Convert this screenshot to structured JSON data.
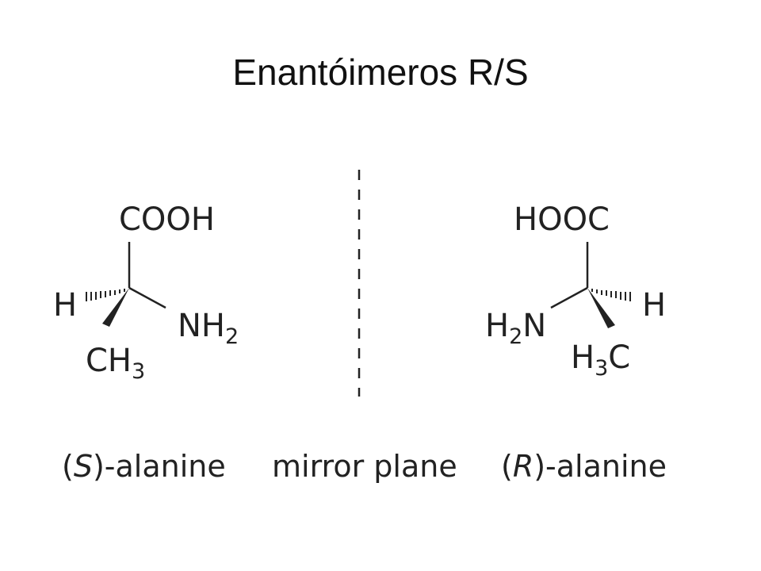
{
  "title": "Enantóimeros R/S",
  "left_molecule": {
    "top_group": "COOH",
    "hashed_group": "H",
    "right_group_main": "NH",
    "right_group_sub": "2",
    "wedge_group_main": "CH",
    "wedge_group_sub": "3",
    "caption_open": "(",
    "caption_config": "S",
    "caption_rest": ")-alanine"
  },
  "right_molecule": {
    "top_group": "HOOC",
    "hashed_group": "H",
    "left_group_main": "H",
    "left_group_sub": "2",
    "left_group_end": "N",
    "wedge_group_main": "H",
    "wedge_group_sub": "3",
    "wedge_group_end": "C",
    "caption_open": "(",
    "caption_config": "R",
    "caption_rest": ")-alanine"
  },
  "mirror": {
    "label": "mirror plane"
  }
}
